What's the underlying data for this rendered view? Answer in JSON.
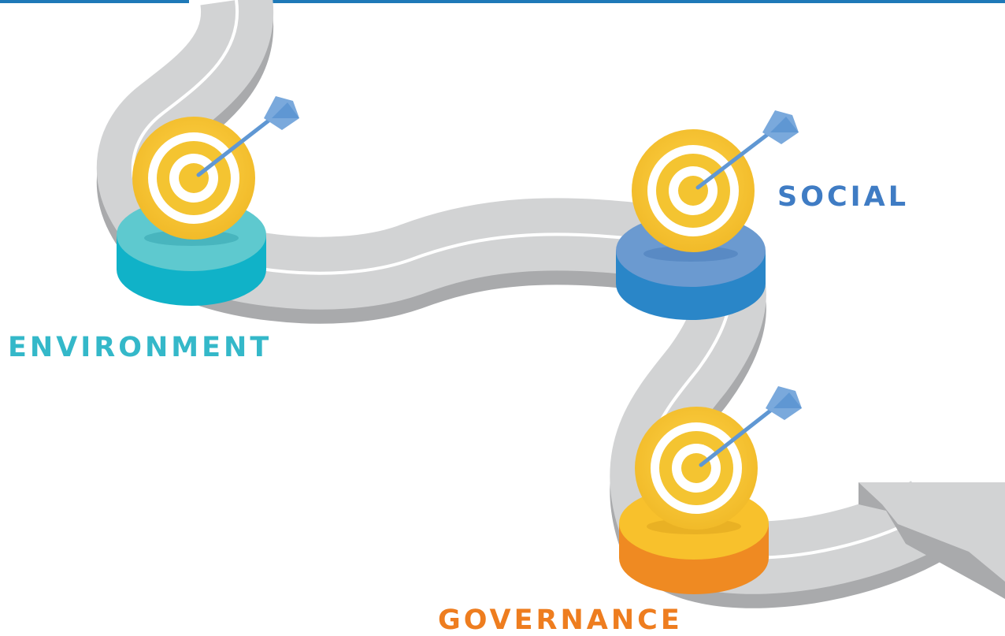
{
  "stages": [
    {
      "label": "ENVIRONMENT",
      "color": "#34b8c9",
      "platform_top": "#5ec9cf",
      "platform_side": "#10b2c8"
    },
    {
      "label": "SOCIAL",
      "color": "#3f7cc4",
      "platform_top": "#6b9ad0",
      "platform_side": "#2a86c8"
    },
    {
      "label": "GOVERNANCE",
      "color": "#ee7d1f",
      "platform_top": "#f8c12c",
      "platform_side": "#ef8a22"
    }
  ],
  "colors": {
    "road_top": "#d2d3d4",
    "road_side": "#a9aaac",
    "road_line": "#ffffff",
    "target_outer": "#f4c431",
    "target_ring": "#ffffff",
    "dart": "#5f97d3",
    "top_rule": "#1f79b8"
  },
  "icons": [
    "target-icon",
    "dart-icon",
    "arrow-head-icon"
  ]
}
